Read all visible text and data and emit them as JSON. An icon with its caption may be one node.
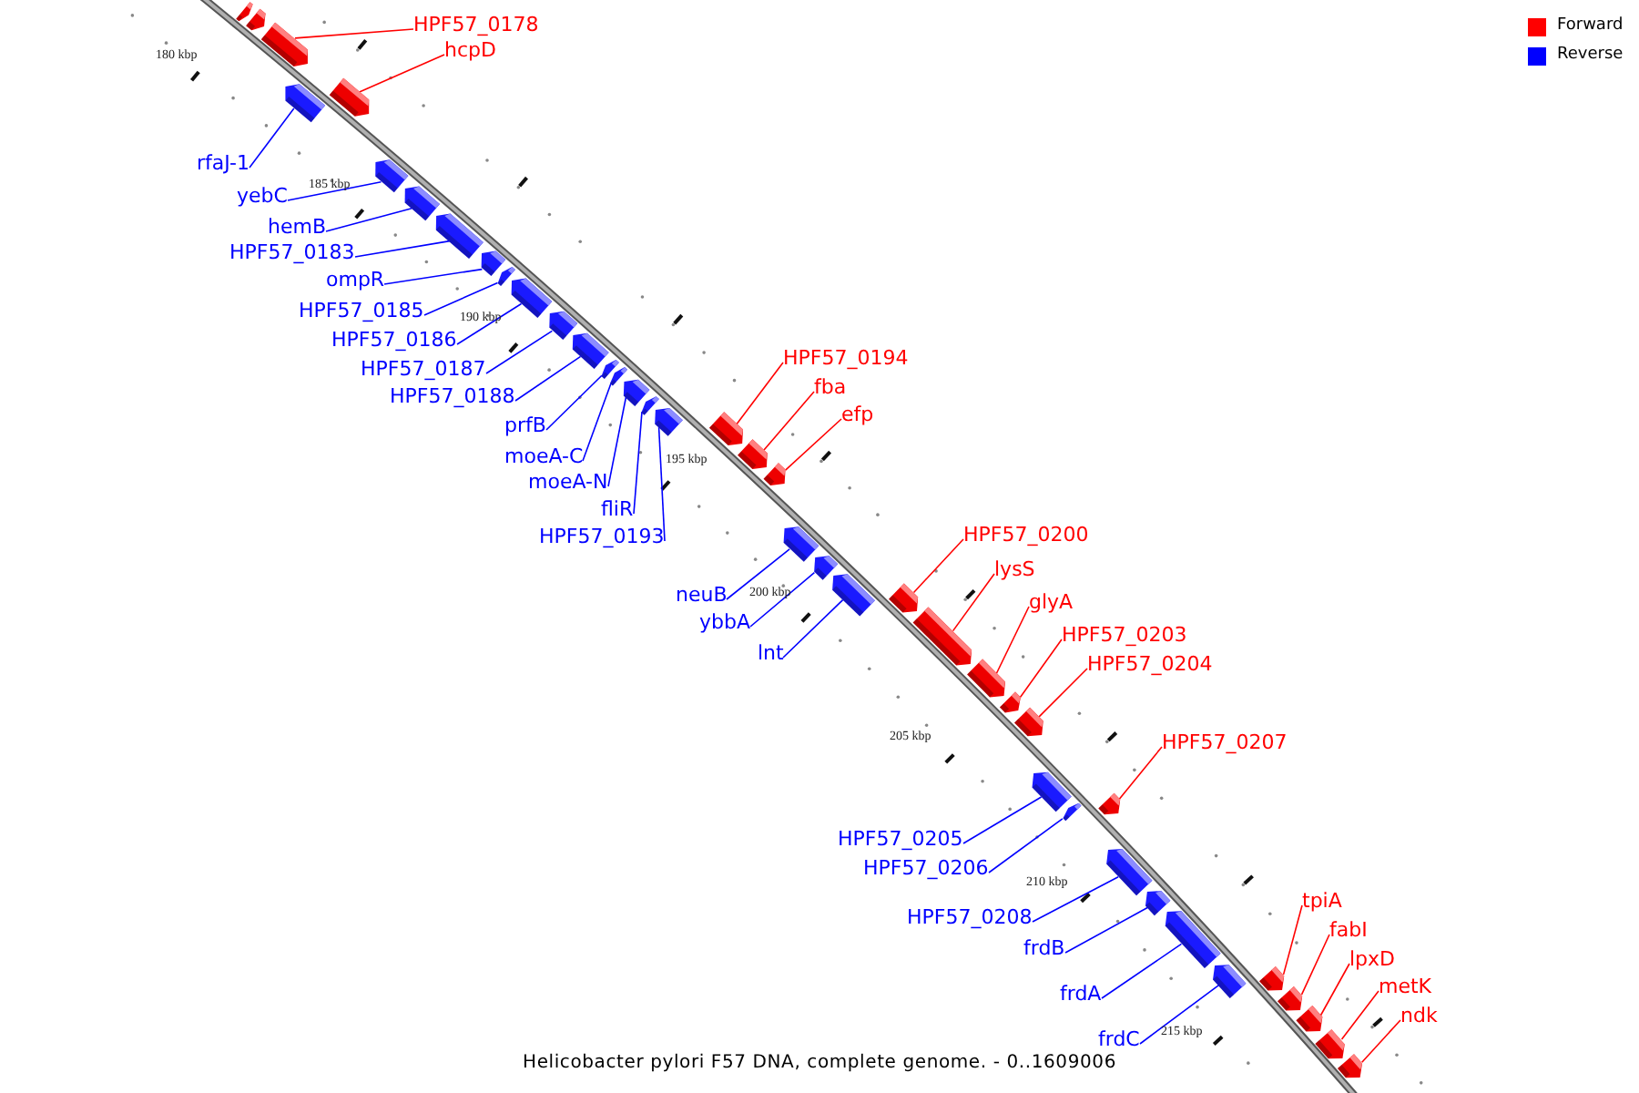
{
  "diagram": {
    "caption": "Helicobacter pylori F57 DNA, complete genome. - 0..1609006",
    "nodes": [
      {
        "text": [],
        "shape": "box"
      },
      {
        "text": [],
        "shape": "box"
      },
      {
        "text": [
          "HPF57_0178"
        ]
      },
      {
        "text": [],
        "shape": "box"
      },
      {
        "text": [
          "rfaJ-1"
        ]
      },
      {
        "text": [],
        "shape": "box"
      },
      {
        "text": [
          "hcpD"
        ]
      },
      {
        "text": [],
        "shape": "box"
      },
      {
        "text": [
          "yebC"
        ]
      },
      {
        "text": [],
        "shape": "box"
      },
      {
        "text": [
          "hemB"
        ]
      },
      {
        "text": [],
        "shape": "box"
      },
      {
        "text": [
          "HPF57_0183"
        ]
      },
      {
        "text": [],
        "shape": "box"
      },
      {
        "text": [
          "ompR"
        ]
      },
      {
        "text": [],
        "shape": "box"
      },
      {
        "text": [
          "HPF57_0185"
        ]
      },
      {
        "text": [],
        "shape": "box"
      },
      {
        "text": [
          "HPF57_0186"
        ]
      },
      {
        "text": [],
        "shape": "box"
      },
      {
        "text": [
          "HPF57_0187"
        ]
      },
      {
        "text": [],
        "shape": "box"
      },
      {
        "text": [
          "HPF57_0188"
        ]
      },
      {
        "text": [],
        "shape": "box"
      },
      {
        "text": [
          "prfB"
        ]
      },
      {
        "text": [],
        "shape": "box"
      },
      {
        "text": [
          "moeA-C"
        ]
      },
      {
        "text": [],
        "shape": "box"
      },
      {
        "text": [
          "moeA-N"
        ]
      },
      {
        "text": [],
        "shape": "box"
      },
      {
        "text": [
          "fliR"
        ]
      },
      {
        "text": [],
        "shape": "box"
      },
      {
        "text": [
          "HPF57_0193"
        ]
      },
      {
        "text": [],
        "shape": "box"
      },
      {
        "text": [
          "HPF57_0194"
        ]
      },
      {
        "text": [],
        "shape": "box"
      },
      {
        "text": [
          "fba"
        ]
      },
      {
        "text": [],
        "shape": "box"
      },
      {
        "text": [
          "efp"
        ]
      },
      {
        "text": [],
        "shape": "box"
      },
      {
        "text": [
          "neuB"
        ]
      },
      {
        "text": [],
        "shape": "box"
      },
      {
        "text": [
          "ybbA"
        ]
      },
      {
        "text": [],
        "shape": "box"
      },
      {
        "text": [
          "lnt"
        ]
      },
      {
        "text": [],
        "shape": "box"
      },
      {
        "text": [
          "HPF57_0200"
        ]
      },
      {
        "text": [],
        "shape": "box"
      },
      {
        "text": [
          "lysS"
        ]
      },
      {
        "text": [],
        "shape": "box"
      },
      {
        "text": [
          "glyA"
        ]
      },
      {
        "text": [],
        "shape": "box"
      },
      {
        "text": [
          "HPF57_0203"
        ]
      },
      {
        "text": [],
        "shape": "box"
      },
      {
        "text": [
          "HPF57_0204"
        ]
      },
      {
        "text": [],
        "shape": "box"
      },
      {
        "text": [
          "HPF57_0205"
        ]
      },
      {
        "text": [],
        "shape": "box"
      },
      {
        "text": [
          "HPF57_0206"
        ]
      },
      {
        "text": [],
        "shape": "box"
      },
      {
        "text": [
          "HPF57_0207"
        ]
      },
      {
        "text": [],
        "shape": "box"
      },
      {
        "text": [
          "HPF57_0208"
        ]
      },
      {
        "text": [],
        "shape": "box"
      },
      {
        "text": [
          "frdB"
        ]
      },
      {
        "text": [],
        "shape": "box"
      },
      {
        "text": [
          "frdA"
        ]
      },
      {
        "text": [],
        "shape": "box"
      },
      {
        "text": [
          "frdC"
        ]
      },
      {
        "text": [],
        "shape": "box"
      },
      {
        "text": [
          "tpiA"
        ]
      },
      {
        "text": [],
        "shape": "box"
      },
      {
        "text": [
          "fabI"
        ]
      },
      {
        "text": [],
        "shape": "box"
      },
      {
        "text": [
          "lpxD"
        ]
      },
      {
        "text": [],
        "shape": "box"
      },
      {
        "text": [
          "metK"
        ]
      },
      {
        "text": [],
        "shape": "box"
      },
      {
        "text": [
          "ndk"
        ]
      },
      {
        "text": [],
        "shape": "box"
      }
    ],
    "edges": [
      {
        "from": 2,
        "to": 3,
        "arrow": "none",
        "color": "#ff0000"
      },
      {
        "from": 4,
        "to": 5,
        "arrow": "none"
      },
      {
        "from": 6,
        "to": 7,
        "arrow": "none",
        "color": "#ff0000"
      },
      {
        "from": 8,
        "to": 9,
        "arrow": "none"
      },
      {
        "from": 10,
        "to": 11,
        "arrow": "none"
      },
      {
        "from": 12,
        "to": 13,
        "arrow": "none"
      },
      {
        "from": 14,
        "to": 15,
        "arrow": "none"
      },
      {
        "from": 16,
        "to": 17,
        "arrow": "none"
      },
      {
        "from": 18,
        "to": 19,
        "arrow": "none"
      },
      {
        "from": 20,
        "to": 21,
        "arrow": "none"
      },
      {
        "from": 22,
        "to": 23,
        "arrow": "none"
      },
      {
        "from": 24,
        "to": 25,
        "arrow": "none"
      },
      {
        "from": 26,
        "to": 27,
        "arrow": "none"
      },
      {
        "from": 28,
        "to": 29,
        "arrow": "none"
      },
      {
        "from": 30,
        "to": 31,
        "arrow": "none"
      },
      {
        "from": 32,
        "to": 33,
        "arrow": "none"
      },
      {
        "from": 34,
        "to": 35,
        "arrow": "none",
        "color": "#ff0000"
      },
      {
        "from": 36,
        "to": 37,
        "arrow": "none",
        "color": "#ff0000"
      },
      {
        "from": 38,
        "to": 39,
        "arrow": "none",
        "color": "#ff0000"
      },
      {
        "from": 40,
        "to": 41,
        "arrow": "none"
      },
      {
        "from": 42,
        "to": 43,
        "arrow": "none"
      },
      {
        "from": 44,
        "to": 45,
        "arrow": "none"
      },
      {
        "from": 46,
        "to": 47,
        "arrow": "none",
        "color": "#ff0000"
      },
      {
        "from": 48,
        "to": 49,
        "arrow": "none",
        "color": "#ff0000"
      },
      {
        "from": 50,
        "to": 51,
        "arrow": "none",
        "color": "#ff0000"
      },
      {
        "from": 52,
        "to": 53,
        "arrow": "none",
        "color": "#ff0000"
      },
      {
        "from": 54,
        "to": 55,
        "arrow": "none",
        "color": "#ff0000"
      },
      {
        "from": 56,
        "to": 57,
        "arrow": "none"
      },
      {
        "from": 58,
        "to": 59,
        "arrow": "none"
      },
      {
        "from": 60,
        "to": 61,
        "arrow": "none",
        "color": "#ff0000"
      },
      {
        "from": 62,
        "to": 63,
        "arrow": "none"
      },
      {
        "from": 64,
        "to": 65,
        "arrow": "none"
      },
      {
        "from": 66,
        "to": 67,
        "arrow": "none"
      },
      {
        "from": 68,
        "to": 69,
        "arrow": "none"
      },
      {
        "from": 70,
        "to": 71,
        "arrow": "none",
        "color": "#ff0000"
      },
      {
        "from": 72,
        "to": 73,
        "arrow": "none",
        "color": "#ff0000"
      },
      {
        "from": 74,
        "to": 75,
        "arrow": "none",
        "color": "#ff0000"
      },
      {
        "from": 76,
        "to": 77,
        "arrow": "none",
        "color": "#ff0000"
      },
      {
        "from": 78,
        "to": 79,
        "arrow": "none",
        "color": "#ff0000"
      }
    ],
    "labels": [
      "180 kbp",
      "185 kbp",
      "190 kbp",
      "195 kbp",
      "200 kbp",
      "205 kbp",
      "210 kbp",
      "215 kbp"
    ],
    "legend": [
      {
        "text": "Forward",
        "color": "#ff0000"
      },
      {
        "text": "Reverse",
        "color": "#0000ff"
      }
    ]
  }
}
